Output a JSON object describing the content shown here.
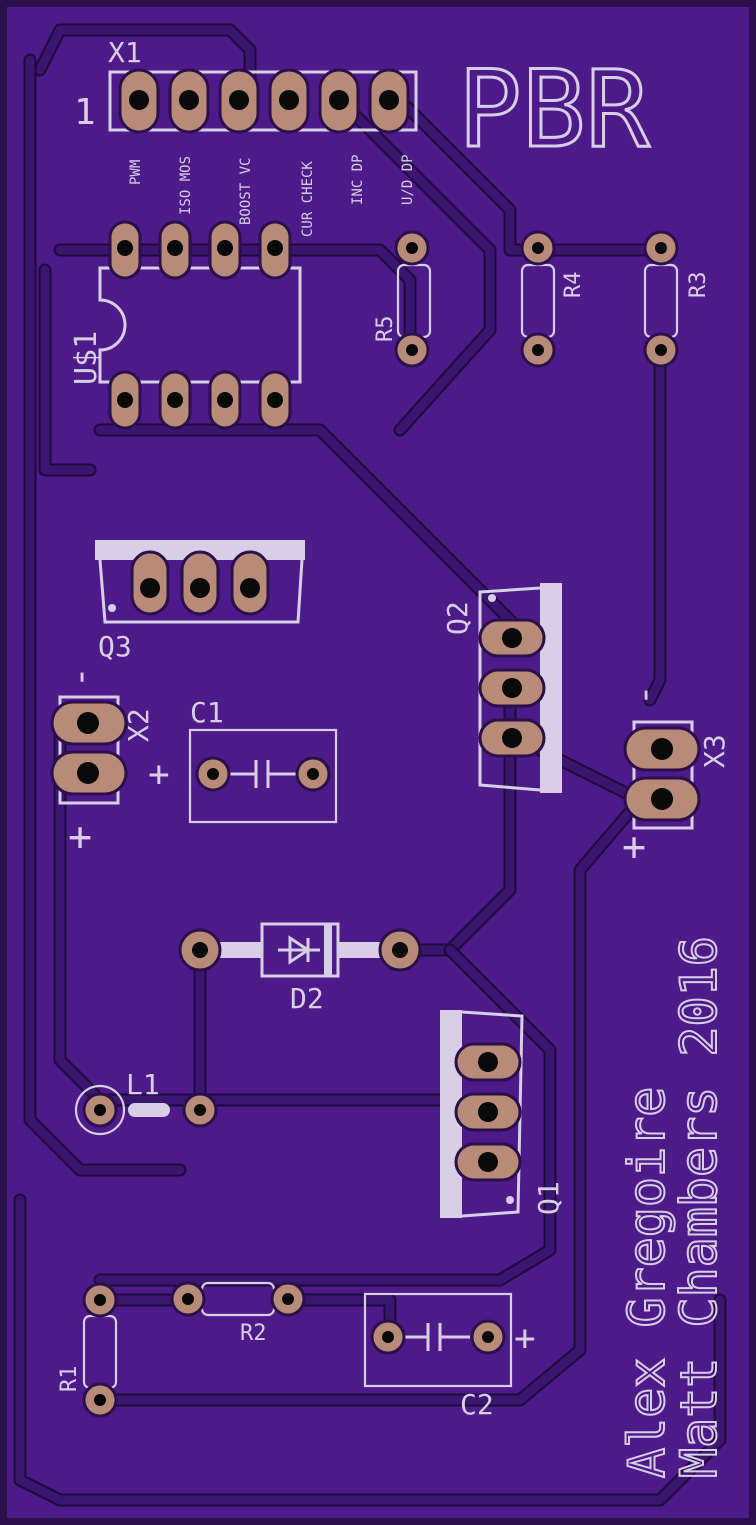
{
  "board": {
    "title": "PBR",
    "credits": [
      "Alex Gregoire",
      "Matt Chambers 2016"
    ],
    "colors": {
      "substrate": "#4d1a8a",
      "board_edge": "#2a0f4a",
      "trace": "#3a1670",
      "silkscreen": "#d8cfe6",
      "pad": "#b88a78",
      "drill": "#0a0a0a"
    }
  },
  "connector_x1": {
    "ref": "X1",
    "pin1_marker": "1",
    "pins": [
      "PWM",
      "ISO MOS",
      "BOOST VC",
      "CUR CHECK",
      "INC DP",
      "U/D DP"
    ]
  },
  "labels": {
    "u1": "U$1",
    "q3": "Q3",
    "q2": "Q2",
    "q1": "Q1",
    "x2": "X2",
    "x3": "X3",
    "c1": "C1",
    "c2": "C2",
    "d2": "D2",
    "l1": "L1",
    "r1": "R1",
    "r2": "R2",
    "r3": "R3",
    "r4": "R4",
    "r5": "R5",
    "plus": "+",
    "minus": "-"
  }
}
